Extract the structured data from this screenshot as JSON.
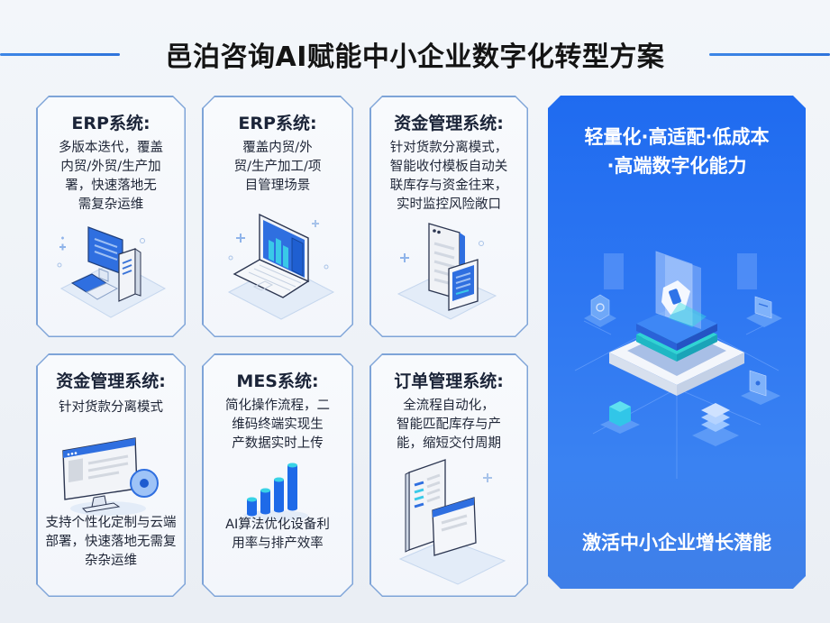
{
  "header": {
    "title": "邑泊咨询AI赋能中小企业数字化转型方案"
  },
  "cards": [
    {
      "title": "ERP系统:",
      "lines": [
        "多版本迭代，覆盖",
        "内贸/外贸/生产加",
        "署，快速落地无",
        "需复杂运维"
      ],
      "icon": "desktop-computer-server-icon"
    },
    {
      "title": "ERP系统:",
      "lines": [
        "覆盖内贸/外",
        "贸/生产加工/项",
        "目管理场景"
      ],
      "icon": "laptop-chart-icon"
    },
    {
      "title": "资金管理系统:",
      "lines": [
        "针对货款分离模式，",
        "智能收付模板自动关",
        "联库存与资金往来，",
        "实时监控风险敞口"
      ],
      "icon": "document-tablet-icon"
    },
    {
      "title": "资金管理系统:",
      "lines_top": [
        "针对货款分离模式"
      ],
      "lines": [
        "支持个性化定制与云端",
        "部署，快速落地无需复",
        "杂杂运维"
      ],
      "icon": "monitor-location-pin-icon"
    },
    {
      "title": "MES系统:",
      "lines_top": [
        "简化操作流程，二",
        "维码终端实现生",
        "产数据实时上传"
      ],
      "lines": [
        "AI算法优化设备利",
        "用率与排产效率"
      ],
      "icon": "bar-chart-cylinders-icon"
    },
    {
      "title": "订单管理系统:",
      "lines_top": [
        "全流程自动化，",
        "智能匹配库存与产",
        "能，缩短交付周期"
      ],
      "icon": "documents-monitor-icon"
    }
  ],
  "feature": {
    "top_lines": [
      "轻量化·高适配·低成本",
      "·高端数字化能力"
    ],
    "bottom": "激活中小企业增长潜能",
    "icon": "isometric-platform-network-icon"
  },
  "colors": {
    "accent": "#2f74db",
    "feature_blue": "#2a72f0",
    "card_border": "#7ea4d8",
    "title_text": "#141414",
    "cyan": "#35d6e6"
  }
}
